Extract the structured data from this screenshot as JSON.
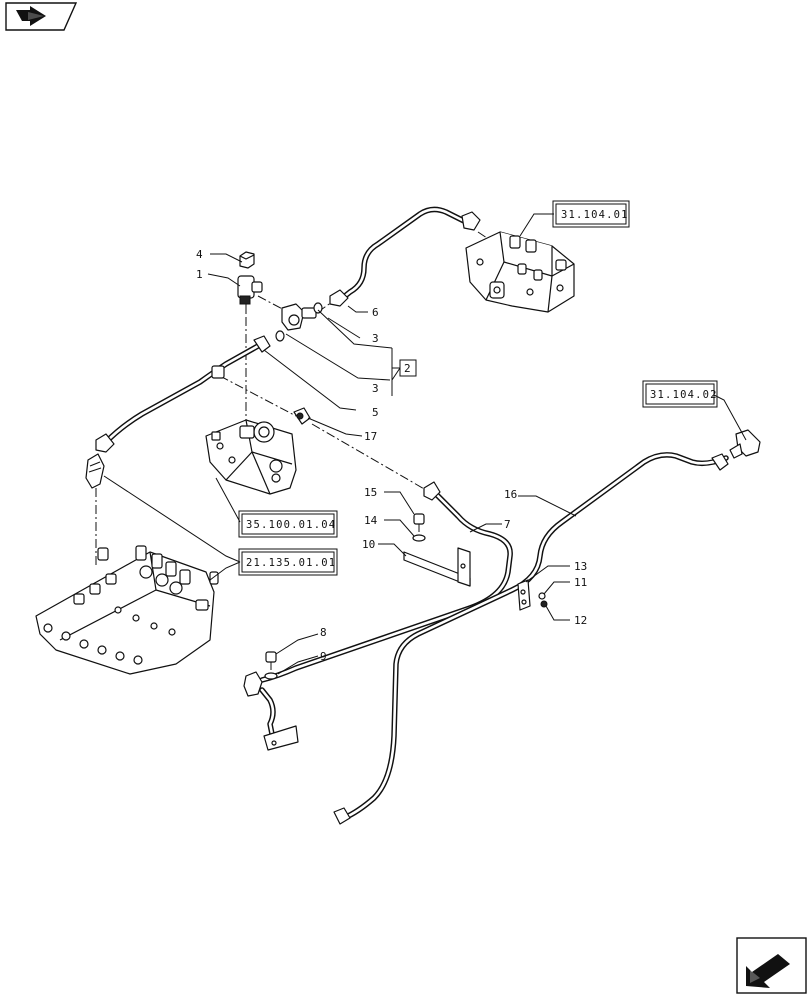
{
  "callouts": {
    "c1": "1",
    "c2": "2",
    "c3a": "3",
    "c3b": "3",
    "c4": "4",
    "c5": "5",
    "c6": "6",
    "c7": "7",
    "c8": "8",
    "c9": "9",
    "c10": "10",
    "c11": "11",
    "c12": "12",
    "c13": "13",
    "c14": "14",
    "c15": "15",
    "c16": "16",
    "c17": "17"
  },
  "refs": {
    "r1": "31.104.01",
    "r2": "31.104.02",
    "r3": "35.100.01.04",
    "r4": "21.135.01.01"
  },
  "icons": {
    "top_left": "previous-page-arrow-icon",
    "bottom_right": "next-page-arrow-icon"
  }
}
